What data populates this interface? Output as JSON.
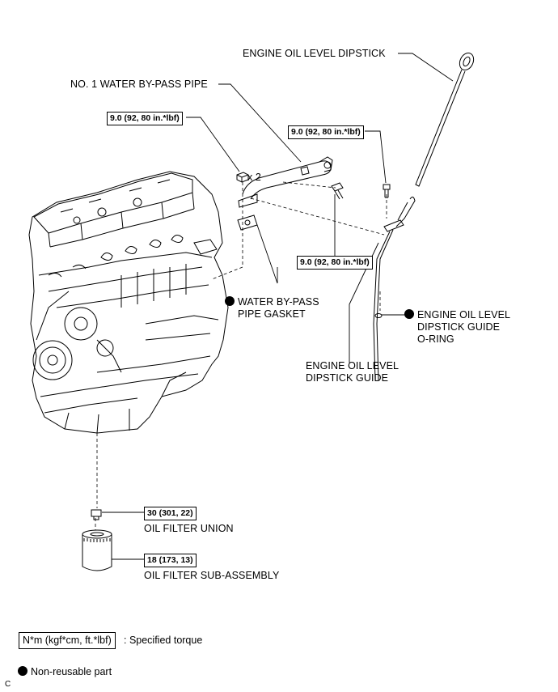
{
  "labels": {
    "dipstick": "ENGINE OIL LEVEL DIPSTICK",
    "water_pipe": "NO. 1 WATER BY-PASS PIPE",
    "multiplier": "x 2",
    "gasket_line1": "WATER BY-PASS",
    "gasket_line2": "PIPE GASKET",
    "oring_line1": "ENGINE OIL LEVEL",
    "oring_line2": "DIPSTICK GUIDE",
    "oring_line3": "O-RING",
    "guide_line1": "ENGINE OIL LEVEL",
    "guide_line2": "DIPSTICK GUIDE",
    "union": "OIL FILTER UNION",
    "filter": "OIL FILTER SUB-ASSEMBLY"
  },
  "torques": {
    "pipe_nut": "9.0 (92, 80 in.*lbf)",
    "guide_bolt": "9.0 (92, 80 in.*lbf)",
    "pipe_bolt": "9.0 (92, 80 in.*lbf)",
    "union": "30 (301, 22)",
    "filter": "18 (173, 13)"
  },
  "legend": {
    "torque_box": "N*m (kgf*cm, ft.*lbf)",
    "torque_desc": ": Specified torque",
    "nonreusable": "Non-reusable part"
  },
  "corner_code": "C"
}
